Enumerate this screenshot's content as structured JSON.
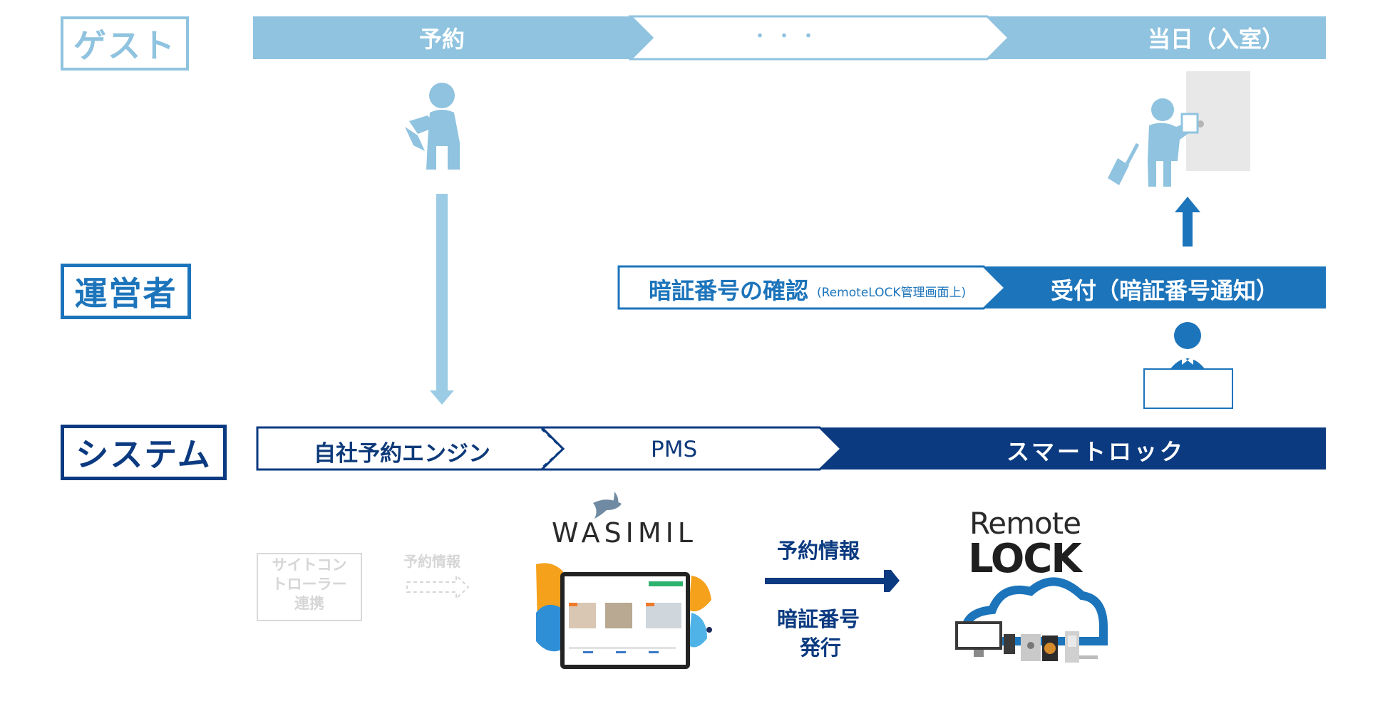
{
  "roles": {
    "guest": "ゲスト",
    "operator": "運営者",
    "system": "システム"
  },
  "guest_flow": {
    "step1": "予約",
    "step2": "・・・",
    "step3": "当日（入室）"
  },
  "operator_flow": {
    "step1_main": "暗証番号の確認",
    "step1_sub": "(RemoteLOCK管理画面上)",
    "step2": "受付（暗証番号通知）"
  },
  "system_flow": {
    "step1": "自社予約エンジン",
    "step2": "PMS",
    "step3": "スマートロック"
  },
  "faded": {
    "site_controller": "サイトコン\nトローラー\n連携",
    "reservation_info": "予約情報"
  },
  "wasimil_logo": "WASIMIL",
  "remotelock_logo": {
    "line1": "Remote",
    "line2": "LOCK"
  },
  "transfer": {
    "line1": "予約情報",
    "line2": "暗証番号",
    "line3": "発行"
  },
  "icons": [
    "person-phone-icon",
    "person-luggage-icon",
    "door-icon",
    "receptionist-icon",
    "cloud-devices-icon"
  ],
  "colors": {
    "guest_blue": "#8fc3df",
    "operator_blue": "#1c74bb",
    "system_navy": "#0b3a80",
    "light_arrow": "#9ccbe5"
  }
}
